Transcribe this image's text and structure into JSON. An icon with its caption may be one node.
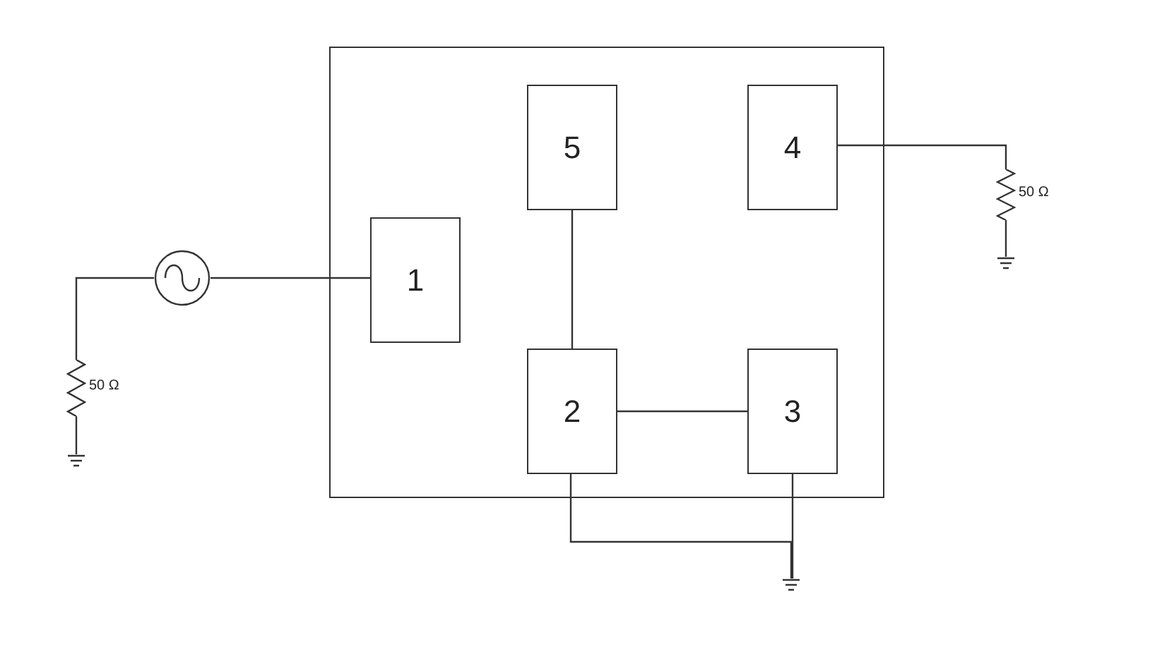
{
  "diagram": {
    "nodes": [
      {
        "text": [],
        "shape": "box"
      },
      {
        "text": [
          "5"
        ],
        "in": 0
      },
      {
        "text": [
          "4"
        ],
        "in": 0
      },
      {
        "text": [
          "1"
        ],
        "in": 0
      },
      {
        "text": [
          "2"
        ],
        "in": 0
      },
      {
        "text": [
          "3"
        ],
        "in": 0
      },
      {
        "text": [],
        "shape": "circle"
      },
      {
        "text": [],
        "shape": "resistor",
        "beside": [
          "50 Ω"
        ]
      },
      {
        "text": [],
        "shape": "ground"
      },
      {
        "text": [],
        "shape": "resistor",
        "beside": [
          "50 Ω"
        ]
      },
      {
        "text": [],
        "shape": "ground"
      },
      {
        "text": [],
        "shape": "ground"
      }
    ],
    "edges": [
      {
        "from": 6,
        "to": 3,
        "arrow": "none"
      },
      {
        "from": 6,
        "to": 7,
        "arrow": "none"
      },
      {
        "from": 7,
        "to": 8,
        "arrow": "none"
      },
      {
        "from": 2,
        "to": 9,
        "arrow": "none"
      },
      {
        "from": 9,
        "to": 10,
        "arrow": "none"
      },
      {
        "from": 1,
        "to": 4,
        "arrow": "none"
      },
      {
        "from": 4,
        "to": 5,
        "arrow": "none"
      },
      {
        "from": 4,
        "to": 11,
        "arrow": "none"
      },
      {
        "from": 5,
        "to": 11,
        "arrow": "none"
      }
    ]
  }
}
